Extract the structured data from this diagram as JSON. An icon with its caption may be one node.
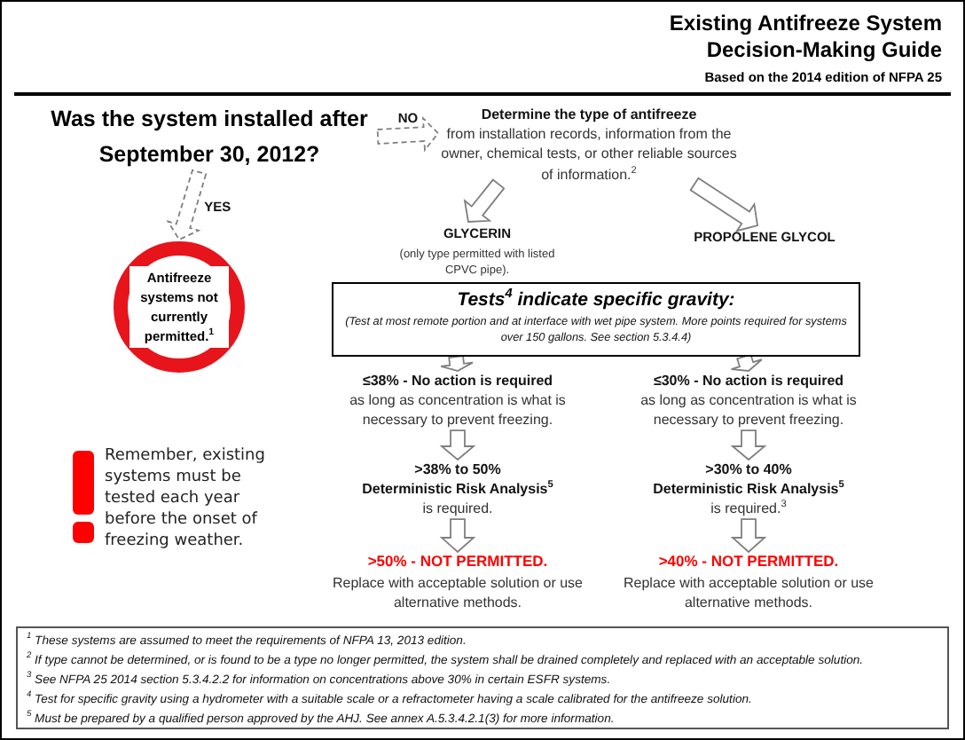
{
  "diagram": {
    "title": "Existing Antifreeze System Decision-Making Guide",
    "nodes": [
      {
        "text": [
          "Was the system installed after September 30, 2012?"
        ]
      },
      {
        "text": [
          "Determine the type of antifreeze",
          "from installation records, information from the owner, chemical tests, or other reliable sources of information.$^{2}$"
        ]
      },
      {
        "text": [
          "Antifreeze systems not currently permitted.$^{1}$"
        ]
      },
      {
        "text": [
          "GLYCERIN",
          "(only type permitted with listed CPVC pipe)."
        ]
      },
      {
        "text": [
          "PROPOLENE GLYCOL"
        ]
      },
      {
        "text": [
          "Tests$^{4}$ indicate specific gravity:",
          "(Test at most remote portion and at interface with wet pipe system. More points required for systems over 150 gallons. See section 5.3.4.4)"
        ]
      },
      {
        "text": [
          "≤38% - No action is required",
          "as long as concentration is what is necessary to prevent freezing."
        ]
      },
      {
        "text": [
          "≤30% - No action is required",
          "as long as concentration is what is necessary to prevent freezing."
        ]
      },
      {
        "text": [
          ">38% to 50%",
          "Deterministic Risk Analysis$^{5}$",
          "is required."
        ]
      },
      {
        "text": [
          ">30% to 40%",
          "Deterministic Risk Analysis$^{5}$",
          "is required.$^{3}$"
        ]
      },
      {
        "text": [
          ">50% - NOT PERMITTED.",
          "Replace with acceptable solution or use alternative methods."
        ]
      },
      {
        "text": [
          ">40% - NOT PERMITTED.",
          "Replace with acceptable solution or use alternative methods."
        ]
      }
    ],
    "edges": [
      {
        "from": 0,
        "to": 1,
        "arrow": "to",
        "label": "NO",
        "style": "dashed"
      },
      {
        "from": 0,
        "to": 2,
        "arrow": "to",
        "label": "YES",
        "style": "dashed"
      },
      {
        "from": 1,
        "to": 3,
        "arrow": "to"
      },
      {
        "from": 1,
        "to": 4,
        "arrow": "to"
      },
      {
        "from": 5,
        "to": 6,
        "arrow": "to"
      },
      {
        "from": 5,
        "to": 7,
        "arrow": "to"
      },
      {
        "from": 6,
        "to": 8,
        "arrow": "to"
      },
      {
        "from": 7,
        "to": 9,
        "arrow": "to"
      },
      {
        "from": 8,
        "to": 10,
        "arrow": "to"
      },
      {
        "from": 9,
        "to": 11,
        "arrow": "to"
      }
    ],
    "labels": [
      "Based on the 2014 edition of NFPA 25",
      "Remember, existing systems must be tested each year before the onset of freezing weather.",
      "$^{1}$ These systems are assumed to meet the requirements of NFPA 13, 2013 edition.",
      "$^{2}$ If type cannot be determined, or is found to be a type no longer permitted, the system shall be drained completely and replaced with an acceptable solution.",
      "$^{3}$ See NFPA 25 2014 section 5.3.4.2.2 for information on concentrations above 30% in certain ESFR systems.",
      "$^{4}$ Test for specific gravity using a hydrometer with a suitable scale or a refractometer having a scale calibrated for the antifreeze solution.",
      "$^{5}$ Must be prepared by a qualified person approved by the AHJ. See annex A.5.3.4.2.1(3) for more information."
    ]
  }
}
